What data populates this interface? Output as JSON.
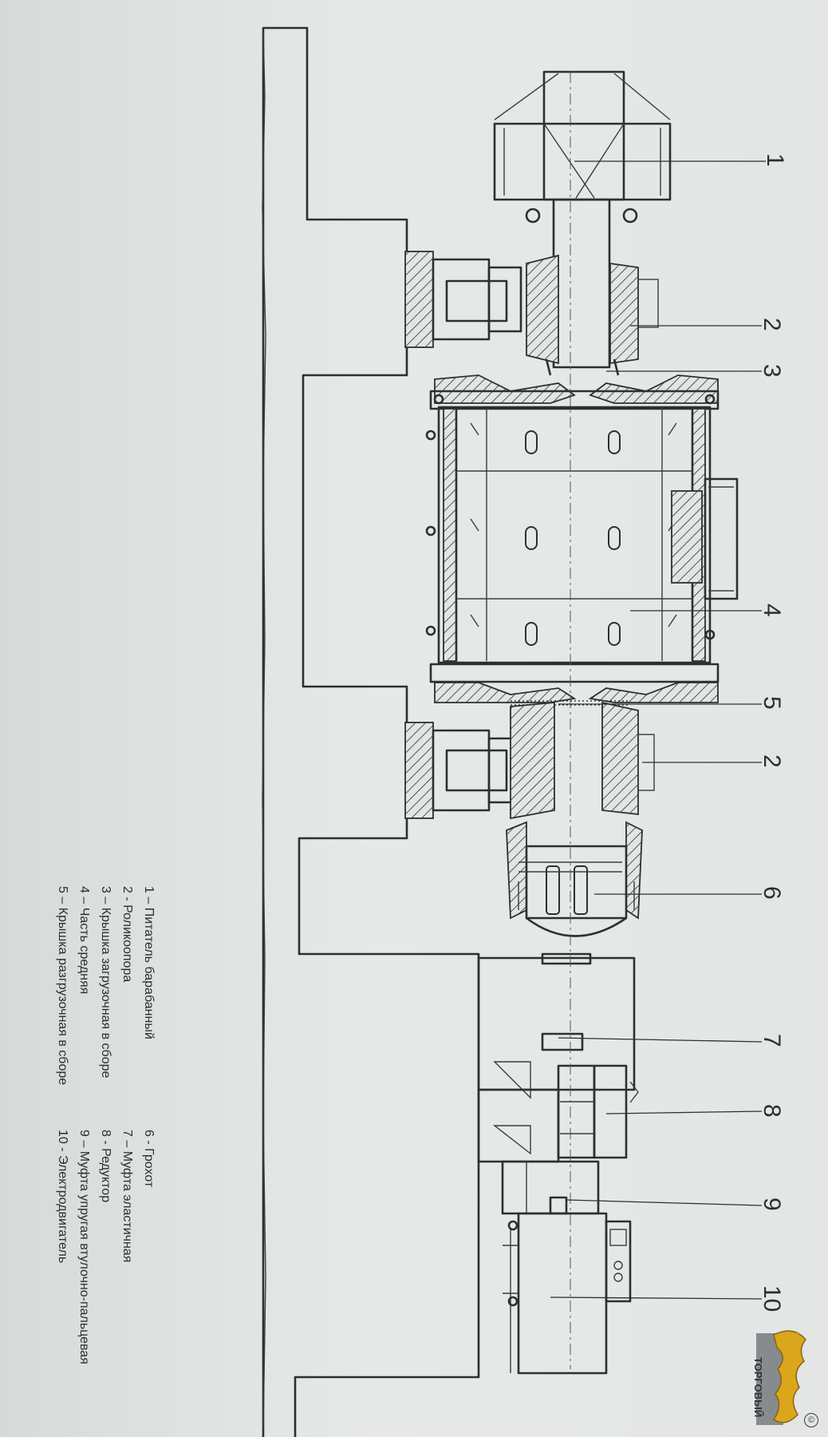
{
  "drawing": {
    "callouts": [
      "1",
      "2",
      "3",
      "4",
      "5",
      "2",
      "6",
      "7",
      "8",
      "9",
      "10"
    ]
  },
  "legend": {
    "left_column": [
      "1 – Питатель барабанный",
      "2 - Роликоопора",
      "3 – Крышка загрузочная в сборе",
      "4 – Часть средняя",
      "5 – Крышка разгрузочная в сборе"
    ],
    "right_column": [
      "6 - Грохот",
      "7 – Муфта эластичная",
      "8 - Редуктор",
      "9 – Муфта упругая втулочно-пальцевая",
      "10 - Электродвигатель"
    ]
  },
  "watermark": {
    "text": "ТОРГОВЫЙ",
    "copyright": "©",
    "icon": "dragon-logo-icon",
    "colors": {
      "gold": "#d9a61c",
      "shadow": "#3b3f46"
    }
  },
  "colors": {
    "paper": "#e3e6e5",
    "ink": "#2d2f31"
  }
}
